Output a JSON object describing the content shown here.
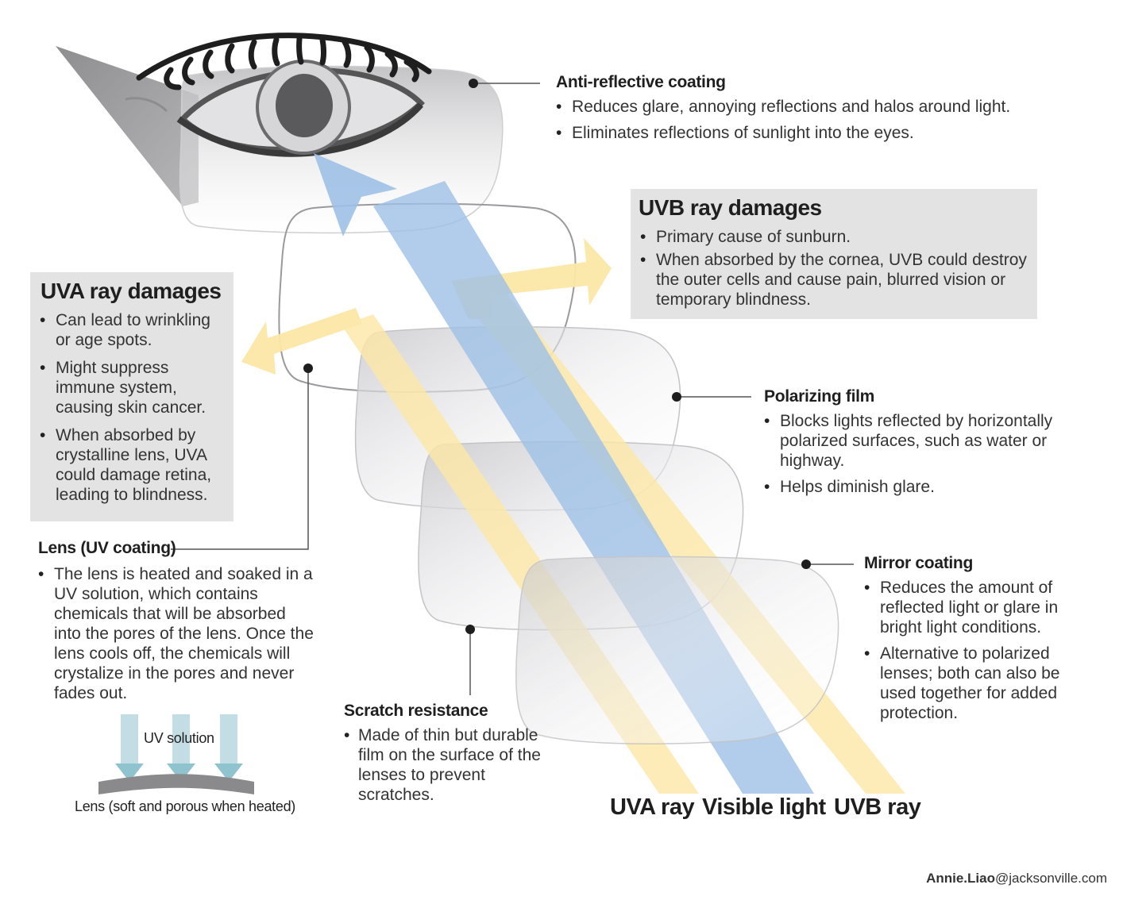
{
  "anti_reflective": {
    "title": "Anti-reflective coating",
    "bullets": [
      "Reduces glare, annoying reflections and halos around light.",
      "Eliminates reflections of sunlight into the eyes."
    ]
  },
  "uvb": {
    "title": "UVB ray damages",
    "bullets": [
      "Primary cause of sunburn.",
      "When absorbed by the cornea, UVB could destroy the outer cells and cause pain, blurred vision or temporary blindness."
    ]
  },
  "uva": {
    "title": "UVA ray damages",
    "bullets": [
      "Can lead to wrinkling or age spots.",
      "Might suppress immune system, causing skin cancer.",
      "When absorbed by crystalline lens, UVA could damage retina, leading to blindness."
    ]
  },
  "polarizing": {
    "title": "Polarizing film",
    "bullets": [
      "Blocks lights reflected by horizontally polarized surfaces, such as water or highway.",
      "Helps diminish glare."
    ]
  },
  "lens_uv": {
    "title": "Lens (UV coating)",
    "bullets": [
      "The lens is heated and soaked in a UV solution, which contains chemicals that will be absorbed into the pores of the lens. Once the lens cools off, the chemicals will crystalize in the pores and never fades out."
    ]
  },
  "mirror": {
    "title": "Mirror coating",
    "bullets": [
      "Reduces the amount of reflected light or glare in bright light conditions.",
      "Alternative to polarized lenses; both can also be used together for added protection."
    ]
  },
  "scratch": {
    "title": "Scratch resistance",
    "bullets": [
      "Made of thin but durable film on the surface of the lenses to prevent scratches."
    ]
  },
  "uv_diagram": {
    "solution_label": "UV solution",
    "lens_label": "Lens (soft and porous when heated)"
  },
  "rays": {
    "uva": "UVA ray",
    "visible": "Visible light",
    "uvb": "UVB ray"
  },
  "credit": {
    "name": "Annie.Liao",
    "domain": "@jacksonville.com"
  },
  "colors": {
    "uv_ray": "#fbe7a6",
    "visible_ray": "#9dc0e6",
    "panel": "#e3e3e4",
    "lens_outline": "#b8b8bc"
  }
}
